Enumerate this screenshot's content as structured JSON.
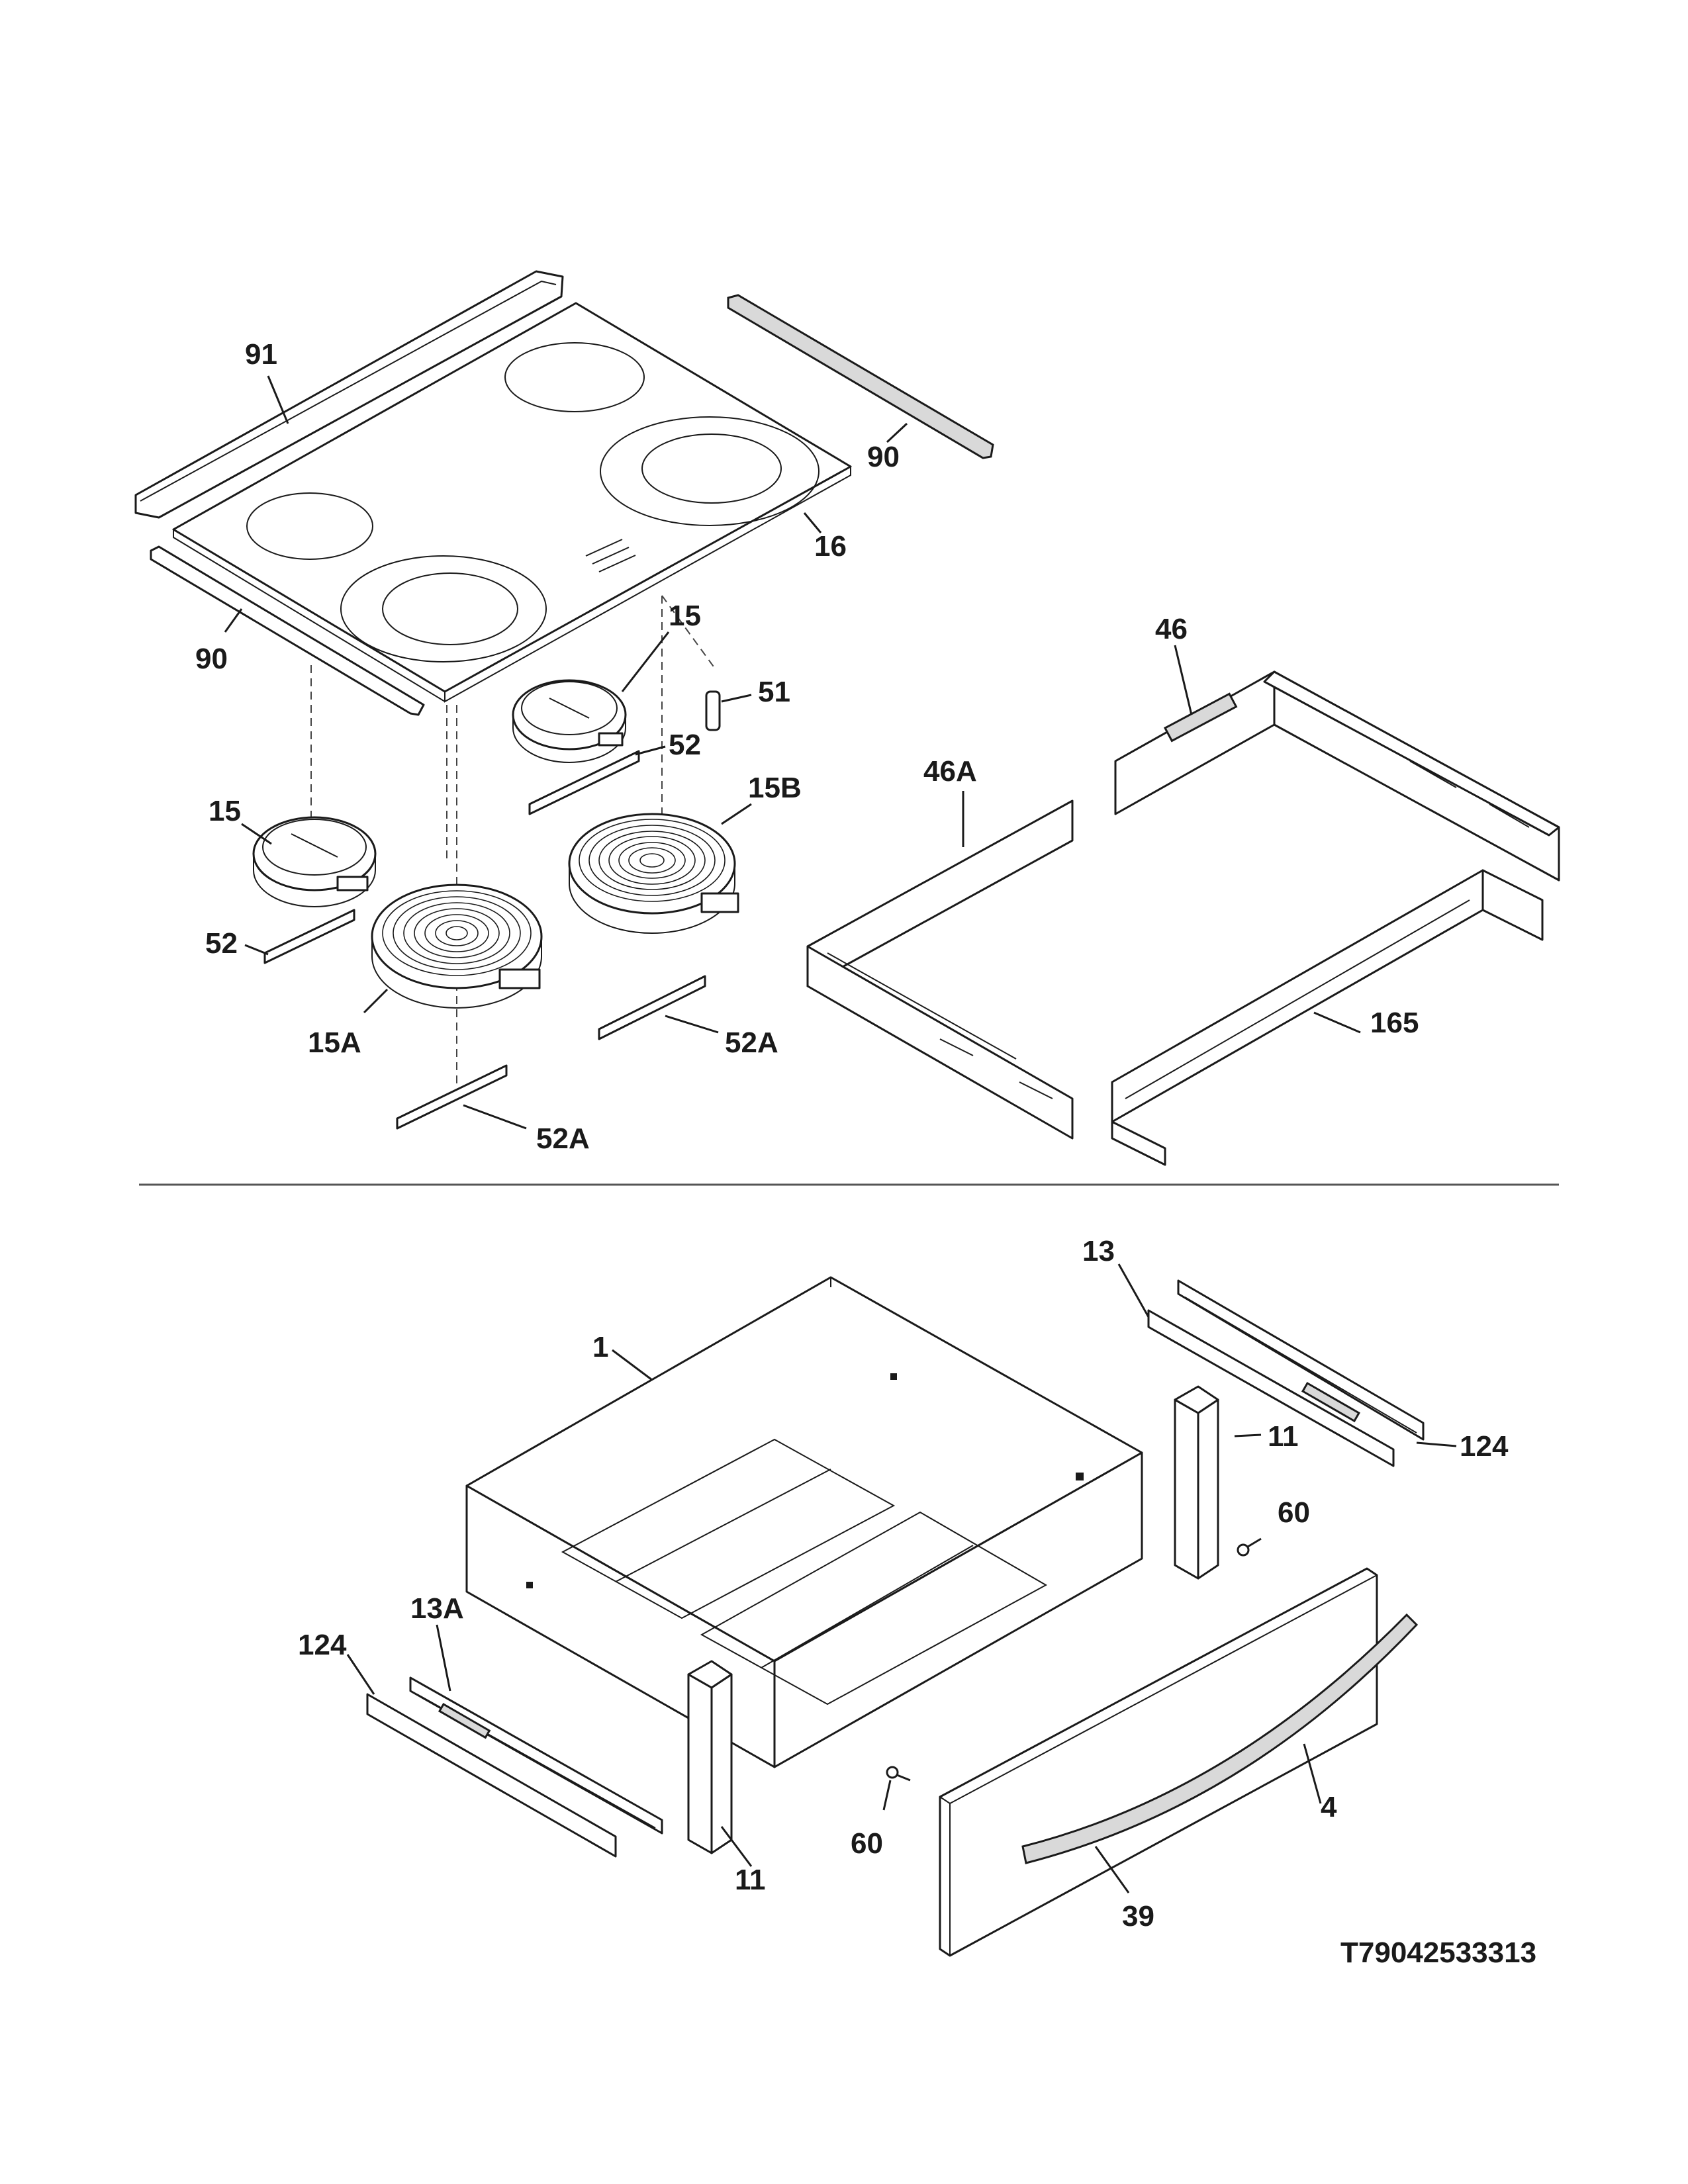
{
  "diagram_code": "T79042533313",
  "callouts": {
    "c91": "91",
    "c90_right": "90",
    "c16": "16",
    "c90_left": "90",
    "c15_top": "15",
    "c51": "51",
    "c52_top": "52",
    "c46": "46",
    "c15_left": "15",
    "c15B": "15B",
    "c46A": "46A",
    "c52_left": "52",
    "c15A": "15A",
    "c52A_right": "52A",
    "c165": "165",
    "c52A_bottom": "52A",
    "c13": "13",
    "c1": "1",
    "c11_right": "11",
    "c124_right": "124",
    "c60_right": "60",
    "c13A": "13A",
    "c124_left": "124",
    "c4": "4",
    "c60_left": "60",
    "c11_bottom": "11",
    "c39": "39"
  }
}
